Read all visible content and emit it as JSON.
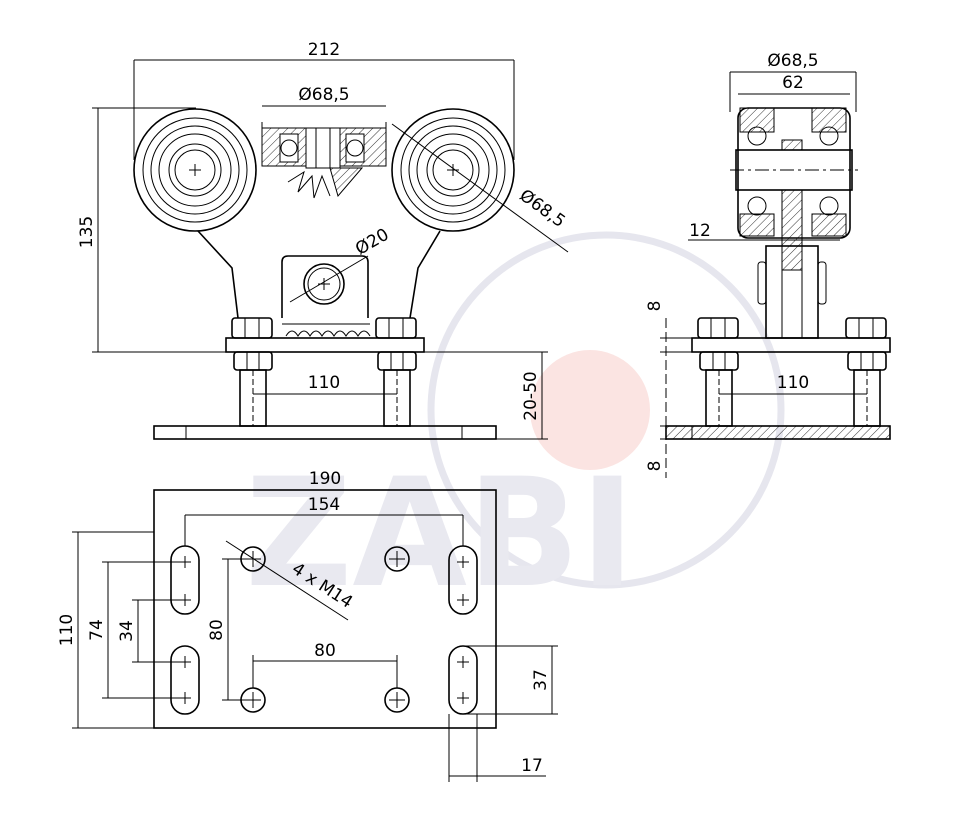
{
  "colors": {
    "line": "#000000",
    "watermark_ring": "#e6e6ee",
    "watermark_dot": "#fbe4e2",
    "watermark_text": "#e9e9f0"
  },
  "watermark": {
    "letters": "ZABI"
  },
  "dimensions": {
    "front_width": "212",
    "front_bearing_dia": "Ø68,5",
    "front_wheel_dia": "Ø68,5",
    "axle_dia": "Ø20",
    "front_height": "135",
    "front_bolt_spacing": "110",
    "adjust_range": "20-50",
    "side_wheel_dia": "Ø68,5",
    "side_width": "62",
    "side_web": "12",
    "side_thk_top": "8",
    "side_thk_bottom": "8",
    "side_bolt_spacing": "110",
    "plate_width": "190",
    "plate_slot_spacing": "154",
    "plate_holes": "4 x M14",
    "plate_height": "110",
    "plate_slot_outer": "74",
    "plate_slot_inner": "34",
    "plate_hole_vertical": "80",
    "plate_hole_horizontal": "80",
    "plate_slot_length": "37",
    "plate_slot_width": "17"
  }
}
